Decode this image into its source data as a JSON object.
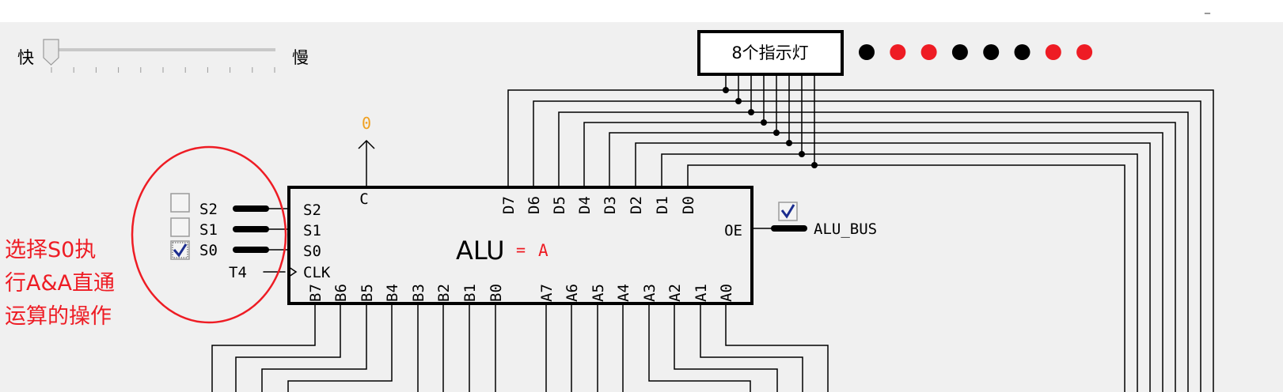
{
  "window": {
    "minimize_label": "_"
  },
  "speed": {
    "fast_label": "快",
    "slow_label": "慢"
  },
  "indicator": {
    "title": "8个指示灯",
    "lights": [
      "off",
      "on",
      "on",
      "off",
      "off",
      "off",
      "on",
      "on"
    ],
    "on_color": "#ee1c24",
    "off_color": "#000000"
  },
  "alu": {
    "name": "ALU",
    "eq": "=",
    "func": "A",
    "carry_value": "0",
    "pin_c": "C",
    "pin_oe": "OE",
    "pin_clk": "CLK",
    "sel_pins": [
      "S2",
      "S1",
      "S0"
    ],
    "d_pins": [
      "D7",
      "D6",
      "D5",
      "D4",
      "D3",
      "D2",
      "D1",
      "D0"
    ],
    "b_pins": [
      "B7",
      "B6",
      "B5",
      "B4",
      "B3",
      "B2",
      "B1",
      "B0"
    ],
    "a_pins": [
      "A7",
      "A6",
      "A5",
      "A4",
      "A3",
      "A2",
      "A1",
      "A0"
    ]
  },
  "controls": {
    "s2": {
      "label": "S2",
      "checked": false
    },
    "s1": {
      "label": "S1",
      "checked": false
    },
    "s0": {
      "label": "S0",
      "checked": true
    },
    "t4_label": "T4",
    "oe_checked": true,
    "bus_label": "ALU_BUS"
  },
  "annotation": {
    "lines": [
      "选择S0执",
      "行A&A直通",
      "运算的操作"
    ],
    "color": "#ee1c24"
  }
}
